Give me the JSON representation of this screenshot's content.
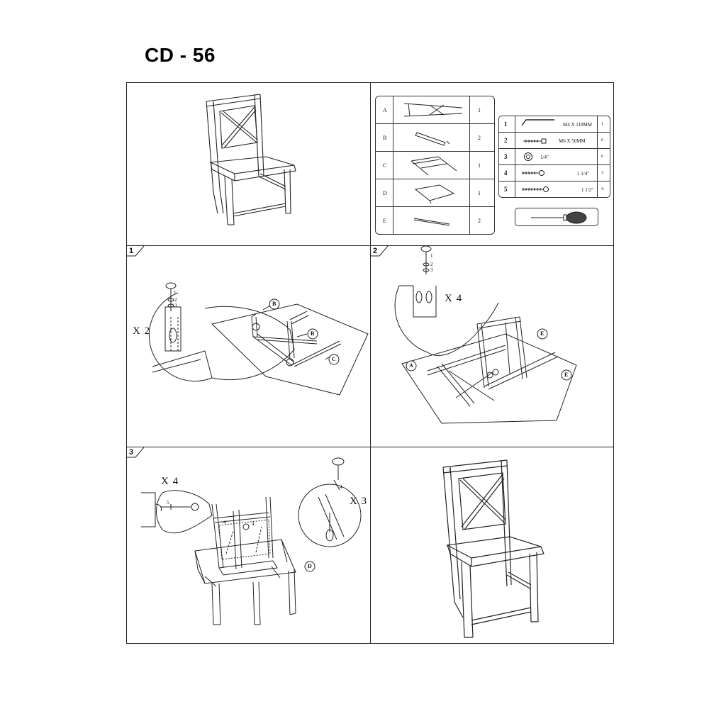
{
  "title": "CD - 56",
  "parts": [
    {
      "label": "A",
      "qty": "1"
    },
    {
      "label": "B",
      "qty": "2"
    },
    {
      "label": "C",
      "qty": "1"
    },
    {
      "label": "D",
      "qty": "1"
    },
    {
      "label": "E",
      "qty": "2"
    }
  ],
  "hardware": [
    {
      "num": "1",
      "spec": "M4 X 110MM",
      "count": "1"
    },
    {
      "num": "2",
      "spec": "M6 X 50MM",
      "count": "6"
    },
    {
      "num": "3",
      "spec": "1/4\"",
      "count": "6"
    },
    {
      "num": "4",
      "spec": "1 1/4\"",
      "count": "3"
    },
    {
      "num": "5",
      "spec": "1 1/2\"",
      "count": "4"
    }
  ],
  "steps": {
    "s1": {
      "num": "1",
      "mult": "X 2",
      "callouts": [
        "B",
        "B",
        "C"
      ],
      "hw": [
        "1",
        "2",
        "3"
      ]
    },
    "s2": {
      "num": "2",
      "mult": "X 4",
      "callouts": [
        "E",
        "E",
        "A"
      ],
      "hw": [
        "1",
        "2",
        "3"
      ]
    },
    "s3": {
      "num": "3",
      "mult_left": "X 4",
      "mult_right": "X 3",
      "callouts": [
        "D"
      ],
      "hw": [
        "5",
        "4",
        "4",
        "4"
      ]
    }
  }
}
